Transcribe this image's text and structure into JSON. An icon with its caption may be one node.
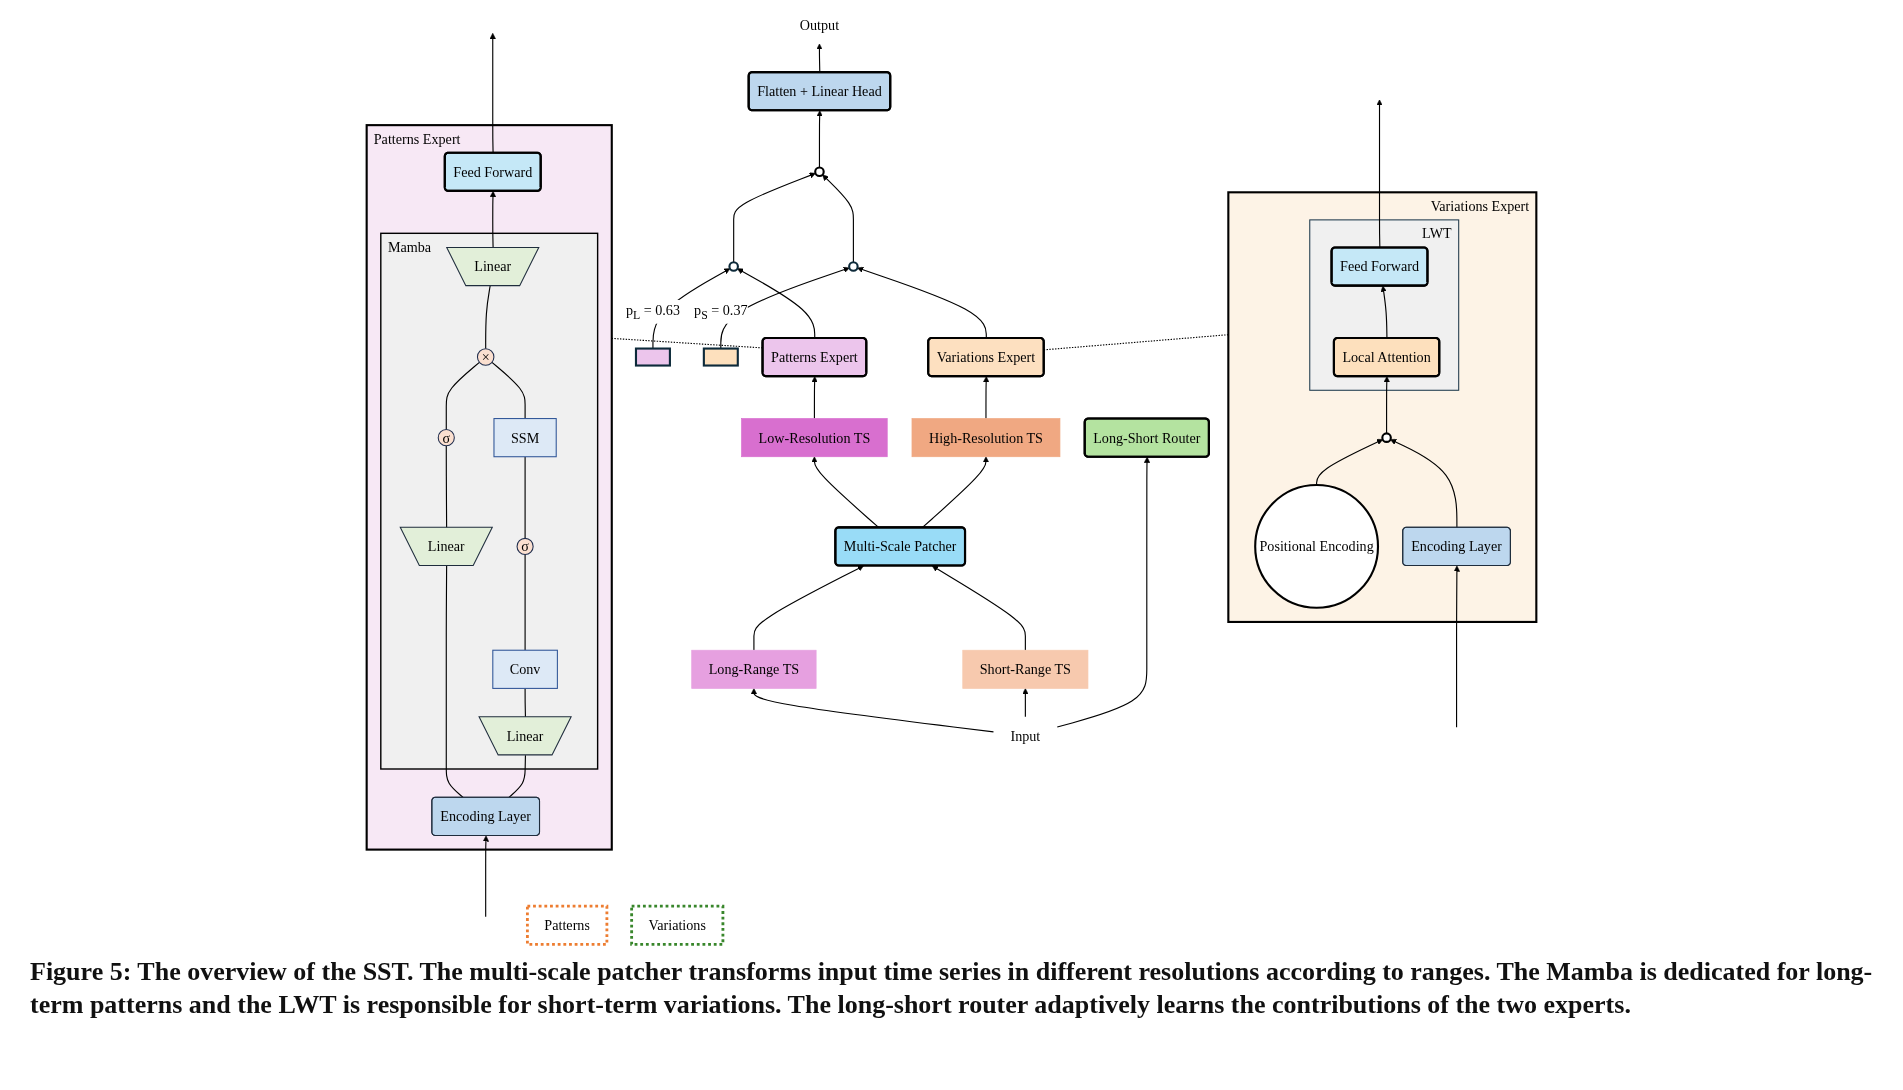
{
  "diagram": {
    "caption": "Figure 5: The overview of the SST. The multi-scale patcher transforms input time series in different resolutions according to ranges. The Mamba is dedicated for long-term patterns and the LWT is responsible for short-term variations. The long-short router adaptively learns the contributions of the two experts.",
    "nodes": [
      {
        "text": [
          "Patterns Expert"
        ]
      },
      {
        "text": [
          "Feed Forward"
        ],
        "in": 0
      },
      {
        "text": [
          "Mamba"
        ],
        "in": 0
      },
      {
        "text": [
          "Linear"
        ],
        "in": 2
      },
      {
        "text": [
          "×"
        ],
        "in": 2
      },
      {
        "text": [
          "SSM"
        ],
        "in": 2
      },
      {
        "text": [
          "σ"
        ],
        "in": 2
      },
      {
        "text": [
          "σ"
        ],
        "in": 2
      },
      {
        "text": [
          "Conv"
        ],
        "in": 2
      },
      {
        "text": [
          "Linear"
        ],
        "in": 2
      },
      {
        "text": [
          "Linear"
        ],
        "in": 2
      },
      {
        "text": [
          "Encoding Layer"
        ],
        "in": 0
      },
      {
        "text": [
          "Output"
        ]
      },
      {
        "text": [
          "Patterns"
        ]
      },
      {
        "text": [
          "Variations"
        ]
      },
      {
        "text": [
          "Flatten + Linear Head"
        ]
      },
      {
        "text": [],
        "shape": "circle"
      },
      {
        "text": [],
        "shape": "circle"
      },
      {
        "text": [],
        "shape": "circle"
      },
      {
        "text": [],
        "shape": "bar"
      },
      {
        "text": [],
        "shape": "bar"
      },
      {
        "text": [
          "Patterns Expert"
        ]
      },
      {
        "text": [
          "Long-Short Router"
        ]
      },
      {
        "text": [
          "Variations Expert"
        ]
      },
      {
        "text": [
          "Low-Resolution TS"
        ]
      },
      {
        "text": [
          "High-Resolution TS"
        ]
      },
      {
        "text": [
          "Multi-Scale Patcher"
        ]
      },
      {
        "text": [
          "Long-Range TS"
        ]
      },
      {
        "text": [
          "Short-Range TS"
        ]
      },
      {
        "text": [
          "Input"
        ]
      },
      {
        "text": [
          "Variations Expert"
        ]
      },
      {
        "text": [
          "LWT"
        ],
        "in": 30
      },
      {
        "text": [
          "Feed Forward"
        ],
        "in": 31
      },
      {
        "text": [
          "Local Attention"
        ],
        "in": 31
      },
      {
        "text": [],
        "shape": "circle",
        "in": 30
      },
      {
        "text": [
          "Positional Encoding"
        ],
        "in": 30
      },
      {
        "text": [
          "Encoding Layer"
        ],
        "in": 30
      }
    ],
    "edges": [
      {
        "from": null,
        "to": 11,
        "arrow": "to"
      },
      {
        "from": 11,
        "to": 9,
        "arrow": "none"
      },
      {
        "from": 11,
        "to": 10,
        "arrow": "none"
      },
      {
        "from": 9,
        "to": 6,
        "arrow": "none"
      },
      {
        "from": 10,
        "to": 8,
        "arrow": "none"
      },
      {
        "from": 8,
        "to": 7,
        "arrow": "none"
      },
      {
        "from": 7,
        "to": 5,
        "arrow": "none"
      },
      {
        "from": 6,
        "to": 4,
        "arrow": "none"
      },
      {
        "from": 5,
        "to": 4,
        "arrow": "none"
      },
      {
        "from": 4,
        "to": 3,
        "arrow": "none"
      },
      {
        "from": 3,
        "to": 1,
        "arrow": "to"
      },
      {
        "from": 1,
        "to": null,
        "arrow": "to"
      },
      {
        "from": 15,
        "to": 12,
        "arrow": "to"
      },
      {
        "from": 16,
        "to": 15,
        "arrow": "to"
      },
      {
        "from": 17,
        "to": 16,
        "arrow": "to"
      },
      {
        "from": 18,
        "to": 16,
        "arrow": "to"
      },
      {
        "from": 19,
        "to": 17,
        "arrow": "to",
        "label": "p$_{L}$ = 0.63"
      },
      {
        "from": 20,
        "to": 18,
        "arrow": "to",
        "label": "p$_{S}$ = 0.37"
      },
      {
        "from": 21,
        "to": 17,
        "arrow": "to"
      },
      {
        "from": 23,
        "to": 18,
        "arrow": "to"
      },
      {
        "from": 24,
        "to": 21,
        "arrow": "to"
      },
      {
        "from": 25,
        "to": 23,
        "arrow": "to"
      },
      {
        "from": 26,
        "to": 24,
        "arrow": "to"
      },
      {
        "from": 26,
        "to": 25,
        "arrow": "to"
      },
      {
        "from": 27,
        "to": 26,
        "arrow": "to"
      },
      {
        "from": 28,
        "to": 26,
        "arrow": "to"
      },
      {
        "from": 29,
        "to": 27,
        "arrow": "to"
      },
      {
        "from": 29,
        "to": 28,
        "arrow": "to"
      },
      {
        "from": 29,
        "to": 22,
        "arrow": "to"
      },
      {
        "from": 21,
        "to": 0,
        "arrow": "none",
        "style": "dashed"
      },
      {
        "from": 23,
        "to": 30,
        "arrow": "none",
        "style": "dashed"
      },
      {
        "from": null,
        "to": 36,
        "arrow": "to"
      },
      {
        "from": 36,
        "to": 34,
        "arrow": "to"
      },
      {
        "from": 35,
        "to": 34,
        "arrow": "to"
      },
      {
        "from": 34,
        "to": 33,
        "arrow": "to"
      },
      {
        "from": 33,
        "to": 32,
        "arrow": "to"
      },
      {
        "from": 32,
        "to": null,
        "arrow": "to"
      }
    ]
  }
}
